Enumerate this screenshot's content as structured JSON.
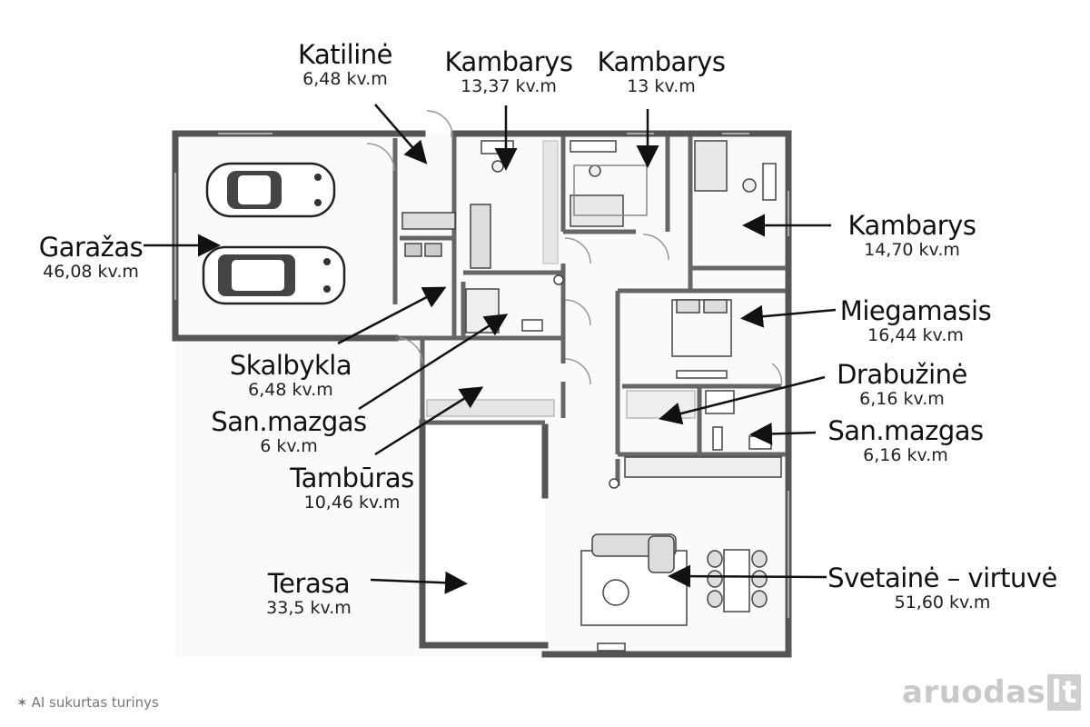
{
  "rooms": [
    {
      "id": "katiline",
      "name": "Katilinė",
      "area": "6,48 kv.m"
    },
    {
      "id": "kambarys1",
      "name": "Kambarys",
      "area": "13,37 kv.m"
    },
    {
      "id": "kambarys2",
      "name": "Kambarys",
      "area": "13 kv.m"
    },
    {
      "id": "kambarys3",
      "name": "Kambarys",
      "area": "14,70 kv.m"
    },
    {
      "id": "garazas",
      "name": "Garažas",
      "area": "46,08 kv.m"
    },
    {
      "id": "miegamasis",
      "name": "Miegamasis",
      "area": "16,44 kv.m"
    },
    {
      "id": "drabuzine",
      "name": "Drabužinė",
      "area": "6,16 kv.m"
    },
    {
      "id": "skalbykla",
      "name": "Skalbykla",
      "area": "6,48 kv.m"
    },
    {
      "id": "sanmazgas1",
      "name": "San.mazgas",
      "area": "6 kv.m"
    },
    {
      "id": "sanmazgas2",
      "name": "San.mazgas",
      "area": "6,16 kv.m"
    },
    {
      "id": "tamburas",
      "name": "Tambūras",
      "area": "10,46 kv.m"
    },
    {
      "id": "terasa",
      "name": "Terasa",
      "area": "33,5 kv.m"
    },
    {
      "id": "svetaine",
      "name": "Svetainė – virtuvė",
      "area": "51,60 kv.m"
    }
  ],
  "footer": {
    "ai_notice": "AI sukurtas turinys",
    "brand_name": "aruodas",
    "brand_tld": "lt"
  }
}
